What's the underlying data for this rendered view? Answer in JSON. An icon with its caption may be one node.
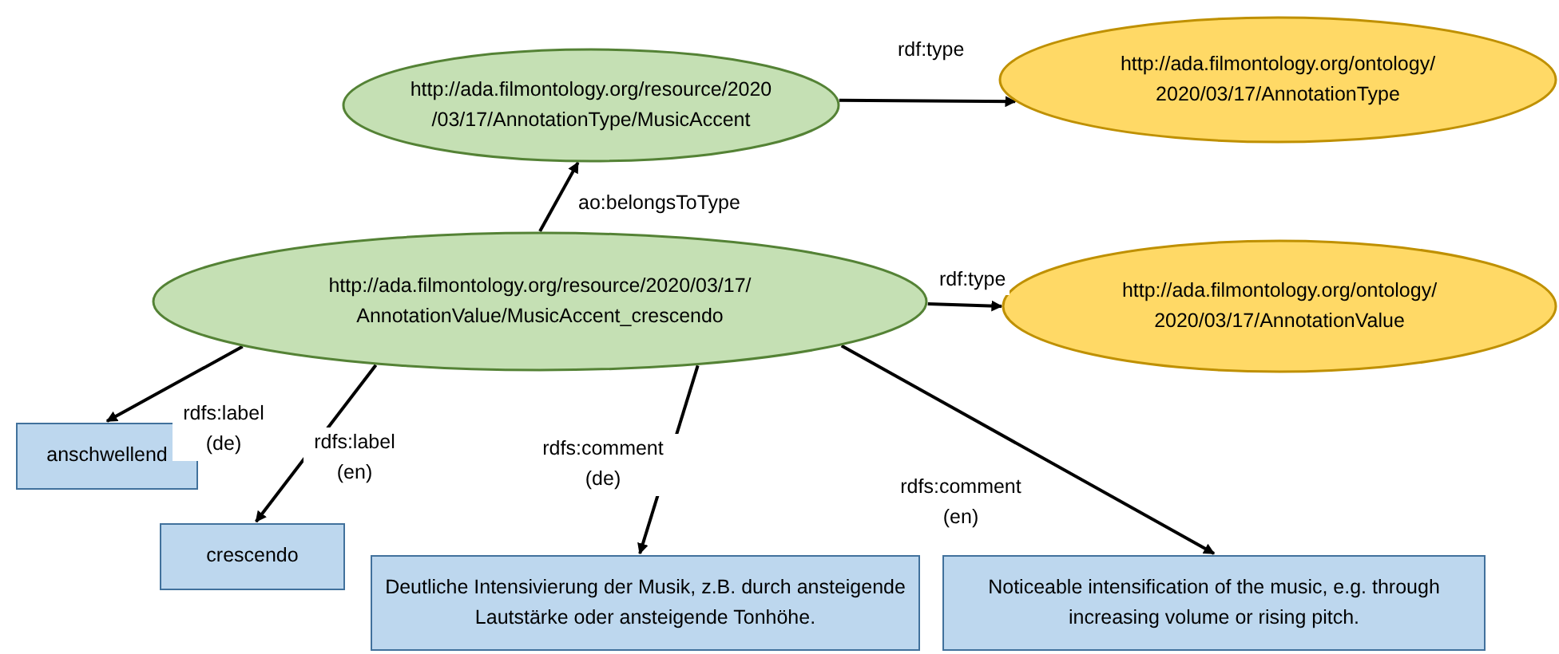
{
  "diagram": {
    "nodes": [
      {
        "text": [
          "http://ada.filmontology.org/resource/2020 /03/17/AnnotationType/MusicAccent"
        ]
      },
      {
        "text": [
          "http://ada.filmontology.org/ontology/ 2020/03/17/AnnotationType"
        ]
      },
      {
        "text": [
          "http://ada.filmontology.org/resource/2020/03/17/ AnnotationValue/MusicAccent_crescendo"
        ]
      },
      {
        "text": [
          "http://ada.filmontology.org/ontology/ 2020/03/17/AnnotationValue"
        ]
      },
      {
        "text": [
          "anschwellend"
        ]
      },
      {
        "text": [
          "crescendo"
        ]
      },
      {
        "text": [
          "Deutliche Intensivierung der Musik, z.B. durch ansteigende Lautstärke oder ansteigende Tonhöhe."
        ]
      },
      {
        "text": [
          "Noticeable intensification of the music, e.g. through increasing volume or rising pitch."
        ]
      }
    ],
    "edges": [
      {
        "from": 2,
        "to": 0,
        "arrow": "to",
        "label": "ao:belongsToType"
      },
      {
        "from": 0,
        "to": 1,
        "arrow": "to",
        "label": "rdf:type"
      },
      {
        "from": 2,
        "to": 3,
        "arrow": "to",
        "label": "rdf:type"
      },
      {
        "from": 2,
        "to": 4,
        "arrow": "to",
        "label": "rdfs:label (de)"
      },
      {
        "from": 2,
        "to": 5,
        "arrow": "to",
        "label": "rdfs:label (en)"
      },
      {
        "from": 2,
        "to": 6,
        "arrow": "to",
        "label": "rdfs:comment (de)"
      },
      {
        "from": 2,
        "to": 7,
        "arrow": "to",
        "label": "rdfs:comment (en)"
      }
    ]
  }
}
